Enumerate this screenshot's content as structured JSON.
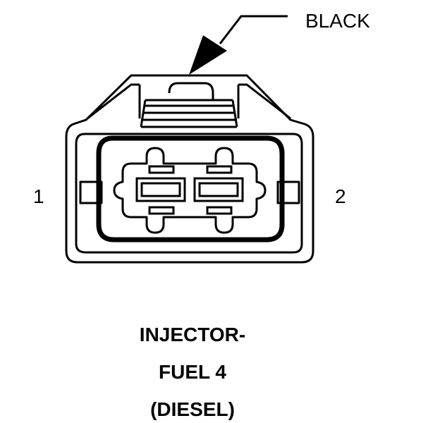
{
  "callout": {
    "label": "BLACK"
  },
  "pins": {
    "left": "1",
    "right": "2"
  },
  "caption": {
    "line1": "INJECTOR-",
    "line2": "FUEL 4",
    "line3": "(DIESEL)"
  },
  "colors": {
    "ink": "#000000",
    "paper": "#ffffff"
  }
}
